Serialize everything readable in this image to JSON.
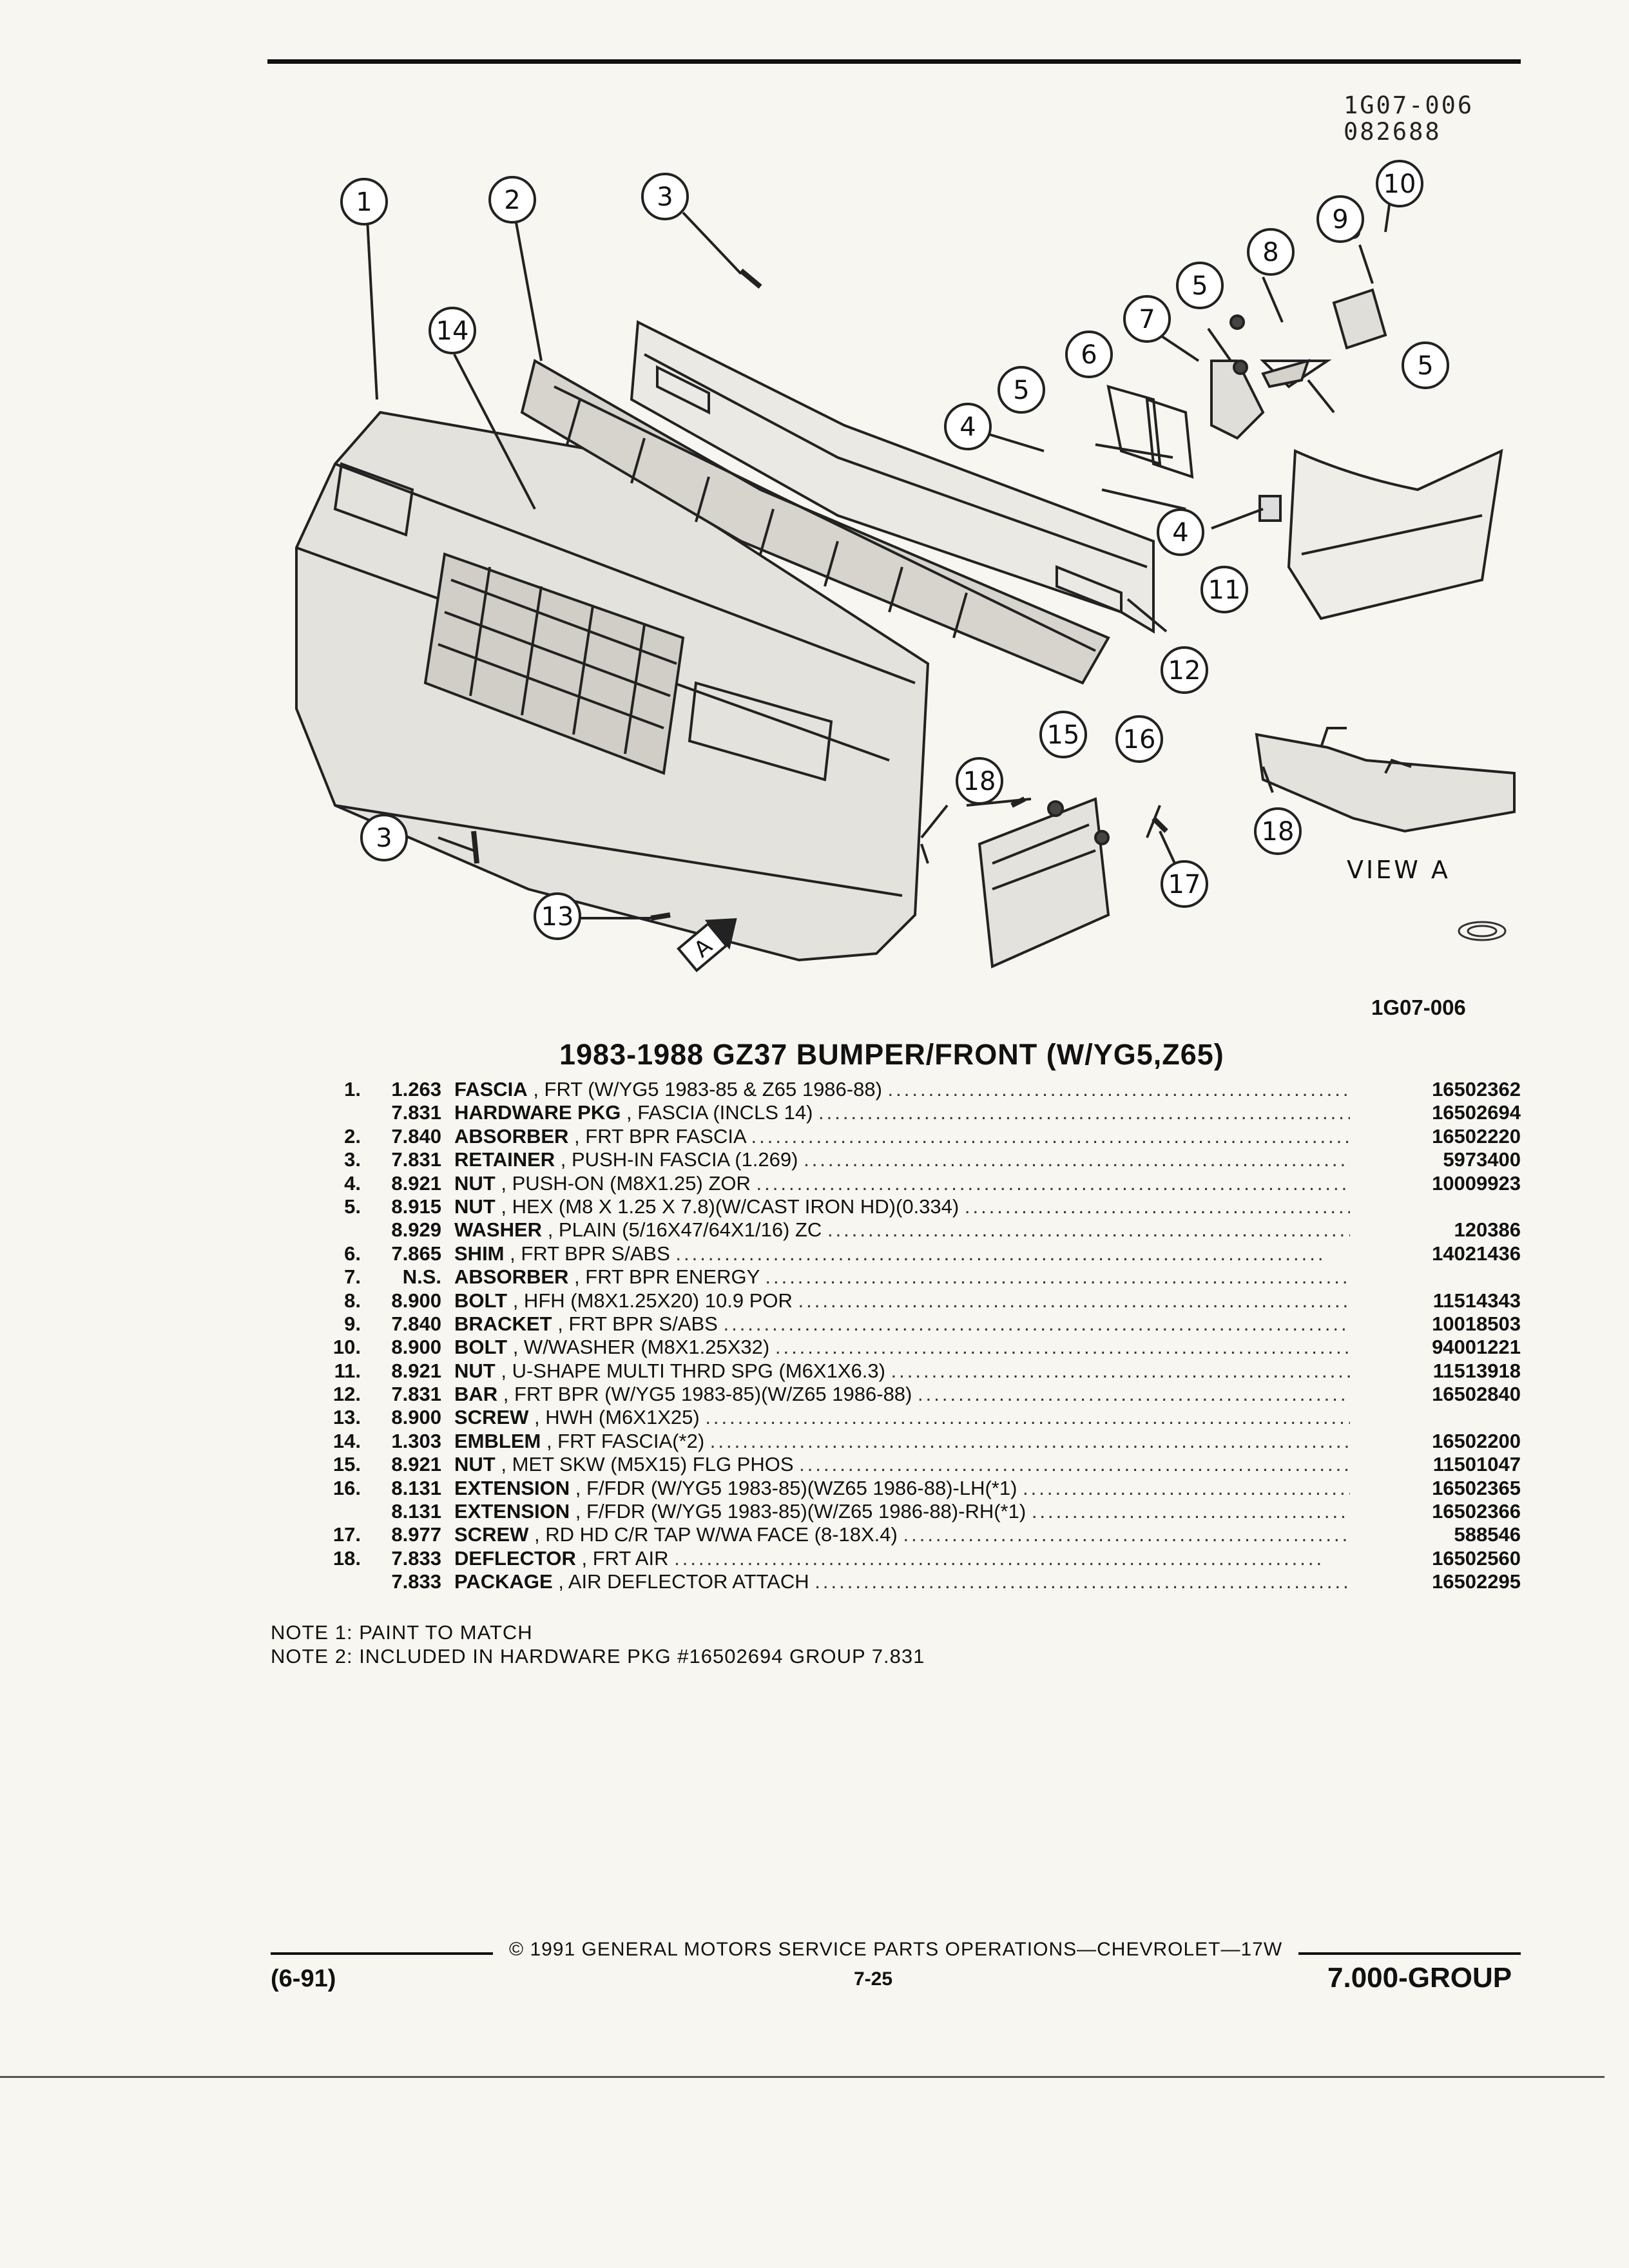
{
  "header": {
    "ref_code": "1G07-006",
    "ref_date": "082688"
  },
  "diagram": {
    "callouts": [
      "1",
      "2",
      "3",
      "14",
      "10",
      "9",
      "8",
      "5",
      "7",
      "6",
      "5",
      "4",
      "5",
      "4",
      "11",
      "12",
      "15",
      "16",
      "18",
      "3",
      "13",
      "17",
      "18"
    ],
    "view_label": "VIEW  A",
    "arrow_label": "A",
    "figure_code": "1G07-006"
  },
  "title": "1983-1988 GZ37 BUMPER/FRONT (W/YG5,Z65)",
  "parts": [
    {
      "num": "1.",
      "grp": "1.263",
      "name": "FASCIA",
      "desc": ", FRT (W/YG5 1983-85 & Z65 1986-88)",
      "pn": "16502362"
    },
    {
      "num": "",
      "grp": "7.831",
      "name": "HARDWARE PKG",
      "desc": ", FASCIA (INCLS 14)",
      "pn": "16502694"
    },
    {
      "num": "2.",
      "grp": "7.840",
      "name": "ABSORBER",
      "desc": ", FRT BPR FASCIA",
      "pn": "16502220"
    },
    {
      "num": "3.",
      "grp": "7.831",
      "name": "RETAINER",
      "desc": ", PUSH-IN FASCIA (1.269)",
      "pn": "5973400"
    },
    {
      "num": "4.",
      "grp": "8.921",
      "name": "NUT",
      "desc": ", PUSH-ON (M8X1.25) ZOR",
      "pn": "10009923"
    },
    {
      "num": "5.",
      "grp": "8.915",
      "name": "NUT",
      "desc": ", HEX (M8 X 1.25 X 7.8)(W/CAST IRON HD)(0.334)",
      "pn": ""
    },
    {
      "num": "",
      "grp": "8.929",
      "name": "WASHER",
      "desc": ", PLAIN (5/16X47/64X1/16) ZC",
      "pn": "120386"
    },
    {
      "num": "6.",
      "grp": "7.865",
      "name": "SHIM",
      "desc": ", FRT BPR S/ABS",
      "pn": "14021436"
    },
    {
      "num": "7.",
      "grp": "N.S.",
      "name": "ABSORBER",
      "desc": ", FRT BPR ENERGY",
      "pn": ""
    },
    {
      "num": "8.",
      "grp": "8.900",
      "name": "BOLT",
      "desc": ", HFH (M8X1.25X20) 10.9 POR",
      "pn": "11514343"
    },
    {
      "num": "9.",
      "grp": "7.840",
      "name": "BRACKET",
      "desc": ", FRT BPR S/ABS",
      "pn": "10018503"
    },
    {
      "num": "10.",
      "grp": "8.900",
      "name": "BOLT",
      "desc": ", W/WASHER (M8X1.25X32)",
      "pn": "94001221"
    },
    {
      "num": "11.",
      "grp": "8.921",
      "name": "NUT",
      "desc": ", U-SHAPE MULTI THRD SPG (M6X1X6.3)",
      "pn": "11513918"
    },
    {
      "num": "12.",
      "grp": "7.831",
      "name": "BAR",
      "desc": ", FRT BPR (W/YG5 1983-85)(W/Z65 1986-88)",
      "pn": "16502840"
    },
    {
      "num": "13.",
      "grp": "8.900",
      "name": "SCREW",
      "desc": ", HWH (M6X1X25)",
      "pn": ""
    },
    {
      "num": "14.",
      "grp": "1.303",
      "name": "EMBLEM",
      "desc": ", FRT FASCIA(*2)",
      "pn": "16502200"
    },
    {
      "num": "15.",
      "grp": "8.921",
      "name": "NUT",
      "desc": ", MET SKW (M5X15) FLG PHOS",
      "pn": "11501047"
    },
    {
      "num": "16.",
      "grp": "8.131",
      "name": "EXTENSION",
      "desc": ", F/FDR (W/YG5 1983-85)(WZ65 1986-88)-LH(*1)",
      "pn": "16502365"
    },
    {
      "num": "",
      "grp": "8.131",
      "name": "EXTENSION",
      "desc": ", F/FDR (W/YG5 1983-85)(W/Z65 1986-88)-RH(*1)",
      "pn": "16502366"
    },
    {
      "num": "17.",
      "grp": "8.977",
      "name": "SCREW",
      "desc": ", RD HD C/R TAP W/WA FACE (8-18X.4)",
      "pn": "588546"
    },
    {
      "num": "18.",
      "grp": "7.833",
      "name": "DEFLECTOR",
      "desc": ", FRT AIR",
      "pn": "16502560"
    },
    {
      "num": "",
      "grp": "7.833",
      "name": "PACKAGE",
      "desc": ", AIR DEFLECTOR ATTACH",
      "pn": "16502295"
    }
  ],
  "notes": [
    "NOTE  1:  PAINT TO MATCH",
    "NOTE  2:  INCLUDED IN HARDWARE PKG #16502694 GROUP 7.831"
  ],
  "footer": {
    "copyright": "© 1991 GENERAL MOTORS SERVICE PARTS OPERATIONS—CHEVROLET—17W",
    "date_code": "(6-91)",
    "page": "7-25",
    "group": "7.000-GROUP"
  }
}
